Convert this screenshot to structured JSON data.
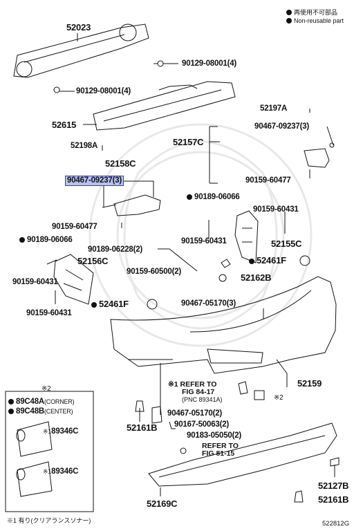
{
  "legend": {
    "line1": "再使用不可部品",
    "line2": "Non-reusable part"
  },
  "callouts": {
    "c52023": "52023",
    "c90129a": "90129-08001(4)",
    "c90129b": "90129-08001(4)",
    "c52615": "52615",
    "c52197a": "52197A",
    "c90467a": "90467-09237(3)",
    "c52157c": "52157C",
    "c90159a": "90159-60477",
    "c52198a": "52198A",
    "c52158c": "52158C",
    "c90467b": "90467-09237(3)",
    "c90189a": "90189-06066",
    "c90159b": "90159-60431",
    "c90159c": "90159-60477",
    "c90159d": "90159-60431",
    "c52155c": "52155C",
    "c90189b": "90189-06066",
    "c90189c": "90189-06228(2)",
    "c52156c": "52156C",
    "c52461fa": "52461F",
    "c90159e": "90159-60500(2)",
    "c52162b": "52162B",
    "c90159f": "90159-60431",
    "c52461fb": "52461F",
    "c90467c": "90467-05170(3)",
    "c90159g": "90159-60431",
    "c52159": "52159",
    "ref1a": "※1 REFER TO",
    "ref1b": "FIG 84-17",
    "ref1c": "(PNC 89341A)",
    "star2": "※2",
    "c52161ba": "52161B",
    "c90467d": "90467-05170(2)",
    "c90167": "90167-50063(2)",
    "c90183": "90183-05050(2)",
    "ref2a": "REFER TO",
    "ref2b": "FIG 81-15",
    "c52127b": "52127B",
    "c52161bb": "52161B",
    "c52169c": "52169C"
  },
  "inset": {
    "star": "※2",
    "l1": "89C48A",
    "l1b": "(CORNER)",
    "l2": "89C48B",
    "l2b": "(CENTER)",
    "s1": "※1",
    "p1": "89346C",
    "s2": "※1",
    "p2": "89346C"
  },
  "footnote": "※1 有り(クリアランスソナー)",
  "figure_id": "522812G"
}
